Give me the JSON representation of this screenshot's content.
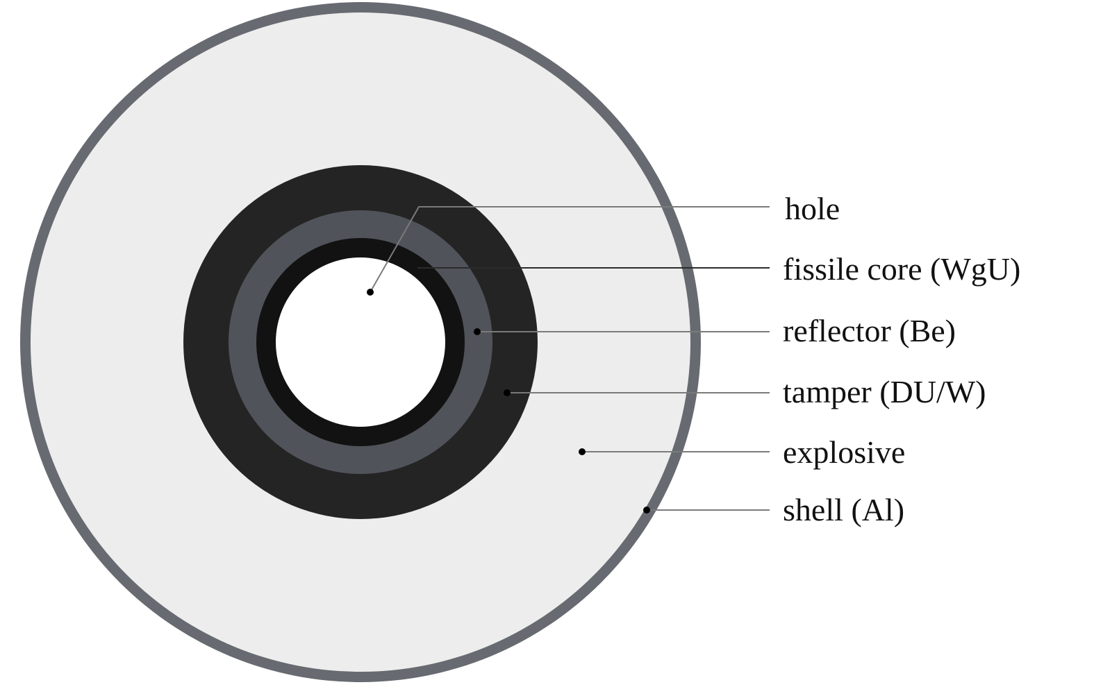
{
  "diagram": {
    "colors": {
      "shell": "#676b71",
      "explosive": "#ededed",
      "tamper": "#242424",
      "reflector": "#50535a",
      "fissile_core": "#121212",
      "hole": "#ffffff"
    },
    "labels": [
      {
        "key": "hole",
        "text": "hole"
      },
      {
        "key": "fissile_core",
        "text": "fissile core (WgU)"
      },
      {
        "key": "reflector",
        "text": "reflector (Be)"
      },
      {
        "key": "tamper",
        "text": "tamper (DU/W)"
      },
      {
        "key": "explosive",
        "text": "explosive"
      },
      {
        "key": "shell",
        "text": "shell (Al)"
      }
    ]
  }
}
